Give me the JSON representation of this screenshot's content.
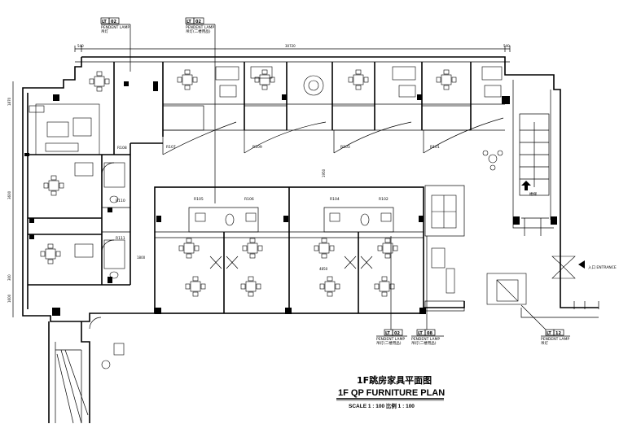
{
  "title": {
    "cn": "1F跳房家具平面图",
    "en": "1F  QP  FURNITURE PLAN",
    "scale": "SCALE 1 : 100  比例 1 : 100"
  },
  "dimensions": {
    "top_total": "30720",
    "top_left": "540",
    "top_right": "540",
    "left_1": "1870",
    "left_2": "3600",
    "left_3": "300",
    "left_4": "1600",
    "corridor_h": "1800",
    "mid": "4850",
    "stair_w": "1950"
  },
  "rooms": [
    "R108",
    "R109",
    "R103",
    "R101",
    "R107",
    "R110",
    "R111",
    "R104",
    "R105",
    "R106",
    "R102"
  ],
  "lamp_tags": [
    {
      "code": "LT",
      "num": "02",
      "label": "PENDENT LAMP",
      "sub": "吊灯"
    },
    {
      "code": "LT",
      "num": "02",
      "label": "PENDENT LAMP",
      "sub": "吊灯(二楼用品)"
    },
    {
      "code": "LT",
      "num": "02",
      "label": "PENDENT LAMP",
      "sub": "吊灯(二楼用品)"
    },
    {
      "code": "LT",
      "num": "08",
      "label": "PENDENT LAMP",
      "sub": "吊灯(二楼用品)"
    },
    {
      "code": "LT",
      "num": "12",
      "label": "PENDENT LAMP",
      "sub": "吊灯"
    }
  ],
  "labels": {
    "entrance": "入口 ENTRANCE",
    "stair": "楼梯"
  }
}
